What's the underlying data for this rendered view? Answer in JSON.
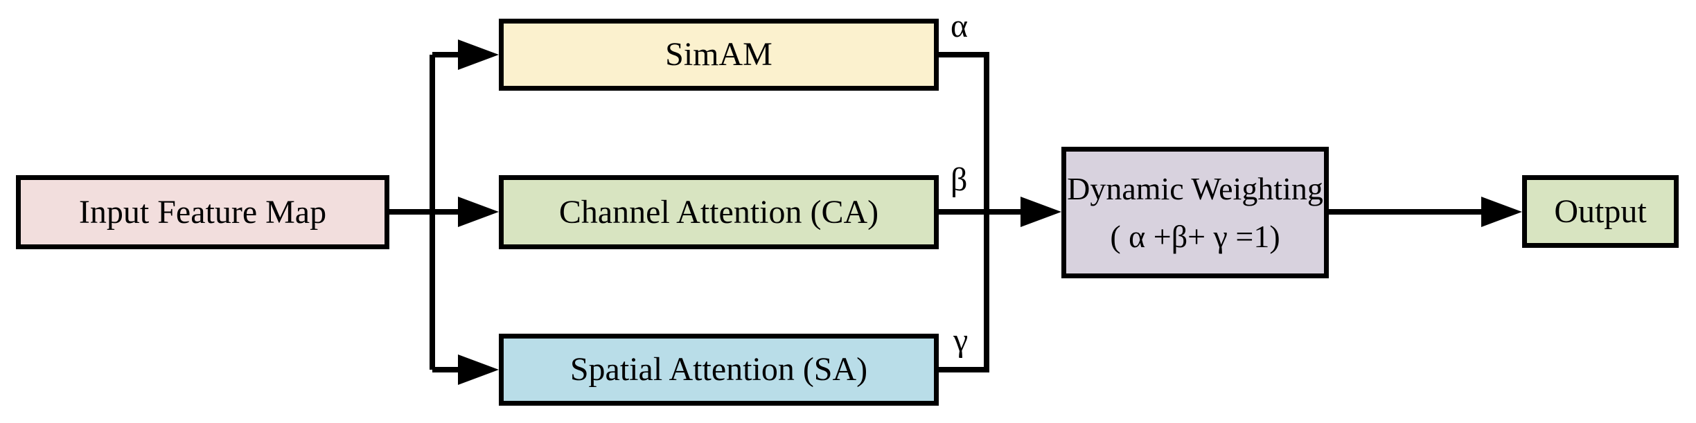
{
  "diagram": {
    "title_hint": "attention fusion block diagram",
    "background_color": "#FFFFFF",
    "line_color": "#000000",
    "border_color": "#000000",
    "nodes": {
      "input": {
        "label": "Input Feature Map",
        "fill": "#F2DEDD"
      },
      "simam": {
        "label": "SimAM",
        "fill": "#FBF1CE"
      },
      "channel_attention": {
        "label": "Channel Attention (CA)",
        "fill": "#D8E4C1"
      },
      "spatial_attention": {
        "label": "Spatial Attention (SA)",
        "fill": "#B9DDE8"
      },
      "dynamic_weighting": {
        "label": "Dynamic Weighting",
        "sublabel": "( α +β+ γ =1)",
        "fill": "#D8D2DE"
      },
      "output": {
        "label": "Output",
        "fill": "#D8E4C1"
      }
    },
    "edge_labels": {
      "alpha": "α",
      "beta": "β",
      "gamma": "γ"
    }
  }
}
